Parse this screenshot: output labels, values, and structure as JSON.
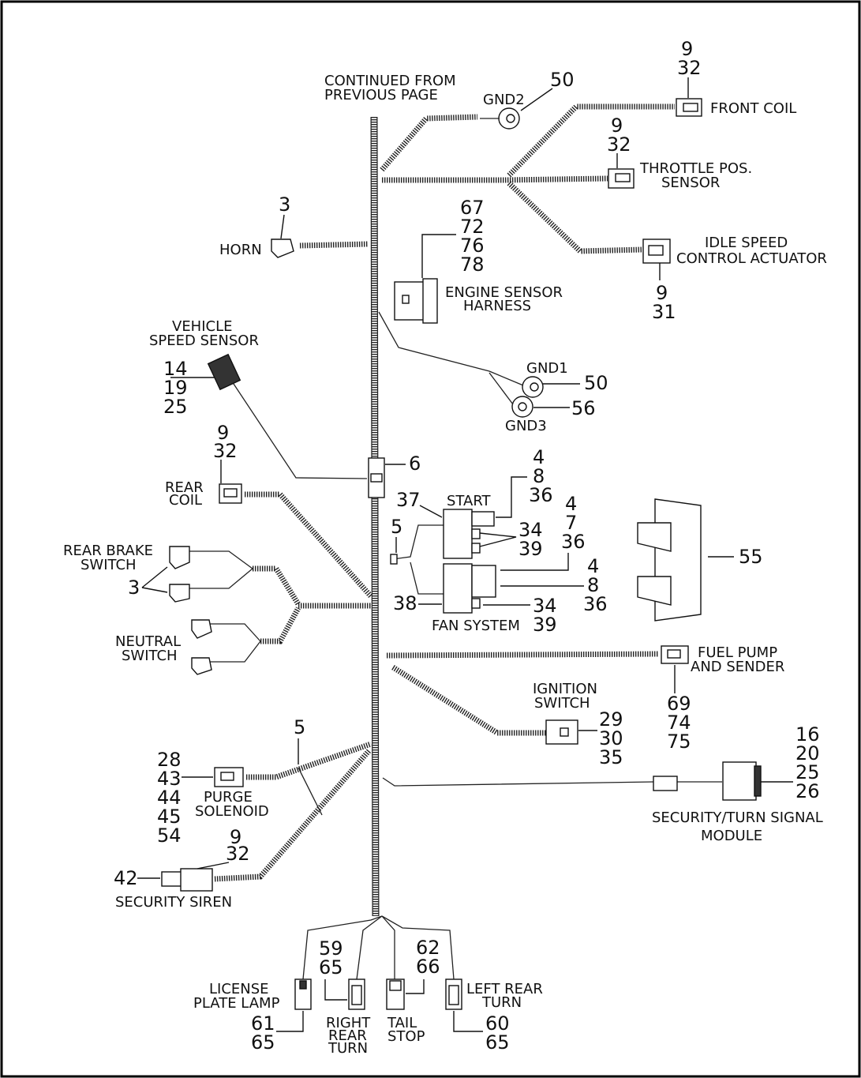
{
  "labels": {
    "continued_1": "CONTINUED FROM",
    "continued_2": "PREVIOUS PAGE",
    "gnd2": "GND2",
    "front_coil": "FRONT COIL",
    "throttle_1": "THROTTLE POS.",
    "throttle_2": "SENSOR",
    "horn": "HORN",
    "idle_1": "IDLE SPEED",
    "idle_2": "CONTROL ACTUATOR",
    "engine_1": "ENGINE SENSOR",
    "engine_2": "HARNESS",
    "vss_1": "VEHICLE",
    "vss_2": "SPEED SENSOR",
    "gnd1": "GND1",
    "gnd3": "GND3",
    "rear_coil_1": "REAR",
    "rear_coil_2": "COIL",
    "start": "START",
    "rear_brake_1": "REAR BRAKE",
    "rear_brake_2": "SWITCH",
    "fan_system": "FAN SYSTEM",
    "neutral_1": "NEUTRAL",
    "neutral_2": "SWITCH",
    "fuel_1": "FUEL PUMP",
    "fuel_2": "AND SENDER",
    "ignition_1": "IGNITION",
    "ignition_2": "SWITCH",
    "purge_1": "PURGE",
    "purge_2": "SOLENOID",
    "security_1": "SECURITY/TURN SIGNAL",
    "security_2": "MODULE",
    "siren": "SECURITY SIREN",
    "license_1": "LICENSE",
    "license_2": "PLATE LAMP",
    "right_1": "RIGHT",
    "right_2": "REAR",
    "right_3": "TURN",
    "tail_1": "TAIL",
    "tail_2": "STOP",
    "left_1": "LEFT REAR",
    "left_2": "TURN"
  },
  "callouts": {
    "gnd2": [
      "50"
    ],
    "front_coil": [
      "9",
      "32"
    ],
    "throttle": [
      "9",
      "32"
    ],
    "horn": [
      "3"
    ],
    "engine": [
      "67",
      "72",
      "76",
      "78"
    ],
    "idle": [
      "9",
      "31"
    ],
    "vss": [
      "14",
      "19",
      "25"
    ],
    "gnd1": [
      "50"
    ],
    "gnd3": [
      "56"
    ],
    "rear_coil": [
      "9",
      "32"
    ],
    "splice": [
      "6"
    ],
    "start_relay": [
      "37"
    ],
    "start_top": [
      "4",
      "8",
      "36"
    ],
    "diode": [
      "5"
    ],
    "relay_mid": [
      "34",
      "39"
    ],
    "relay_right": [
      "4",
      "7",
      "36"
    ],
    "fan_right": [
      "4",
      "8",
      "36"
    ],
    "fan_relay": [
      "38"
    ],
    "fan_mid": [
      "34",
      "39"
    ],
    "rear_brake": [
      "3"
    ],
    "fuse_block": [
      "55"
    ],
    "fuel": [
      "69",
      "74",
      "75"
    ],
    "ignition": [
      "29",
      "30",
      "35"
    ],
    "purge_clamp": [
      "5"
    ],
    "purge": [
      "28",
      "43",
      "44",
      "45",
      "54"
    ],
    "security": [
      "16",
      "20",
      "25",
      "26"
    ],
    "siren": [
      "42"
    ],
    "siren_conn": [
      "9",
      "32"
    ],
    "right_turn": [
      "59",
      "65"
    ],
    "tail_stop": [
      "62",
      "66"
    ],
    "license": [
      "61",
      "65"
    ],
    "left_turn": [
      "60",
      "65"
    ]
  }
}
